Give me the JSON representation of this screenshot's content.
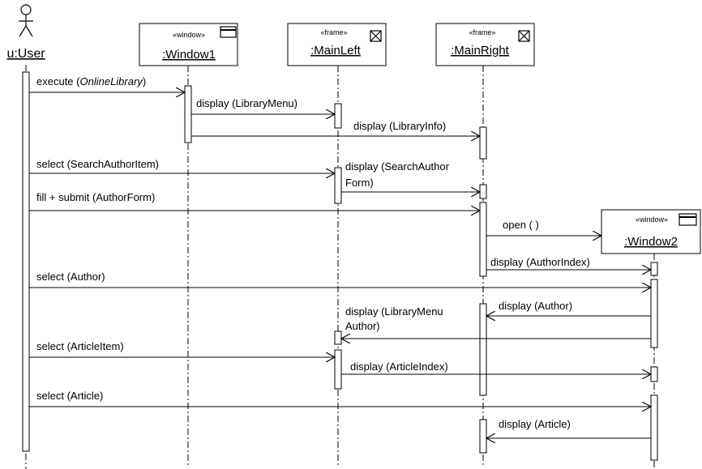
{
  "actor": {
    "name": "u:User"
  },
  "objects": [
    {
      "key": "window1",
      "stereotype": "«window»",
      "name": ":Window1",
      "icon": "window-icon"
    },
    {
      "key": "mainleft",
      "stereotype": "«frame»",
      "name": ":MainLeft",
      "icon": "frame-icon"
    },
    {
      "key": "mainright",
      "stereotype": "«frame»",
      "name": ":MainRight",
      "icon": "frame-icon"
    },
    {
      "key": "window2",
      "stereotype": "«window»",
      "name": ":Window2",
      "icon": "window-icon"
    }
  ],
  "messages": [
    {
      "from": "user",
      "to": "window1",
      "label": "execute (",
      "label_italic": "OnlineLibrary",
      "label_suffix": ")"
    },
    {
      "from": "window1",
      "to": "mainleft",
      "label": "display (LibraryMenu)"
    },
    {
      "from": "window1",
      "to": "mainright",
      "label": "display (LibraryInfo)"
    },
    {
      "from": "user",
      "to": "mainleft",
      "label": "select (SearchAuthorItem)"
    },
    {
      "from": "mainleft",
      "to": "mainright",
      "label": "display (SearchAuthor",
      "label_line2": "Form)"
    },
    {
      "from": "user",
      "to": "mainright",
      "label": "fill + submit (AuthorForm)"
    },
    {
      "from": "mainright",
      "to": "window2",
      "label": "open ( )",
      "creates": true
    },
    {
      "from": "mainright",
      "to": "window2",
      "label": "display (AuthorIndex)"
    },
    {
      "from": "user",
      "to": "window2",
      "label": "select (Author)"
    },
    {
      "from": "window2",
      "to": "mainright",
      "label": "display (Author)"
    },
    {
      "from": "window2",
      "to": "mainleft",
      "label": "display (LibraryMenu",
      "label_line2": "Author)"
    },
    {
      "from": "user",
      "to": "mainleft",
      "label": "select (ArticleItem)"
    },
    {
      "from": "mainleft",
      "to": "window2",
      "label": "display (ArticleIndex)"
    },
    {
      "from": "user",
      "to": "window2",
      "label": "select (Article)"
    },
    {
      "from": "window2",
      "to": "mainright",
      "label": "display (Article)"
    }
  ]
}
